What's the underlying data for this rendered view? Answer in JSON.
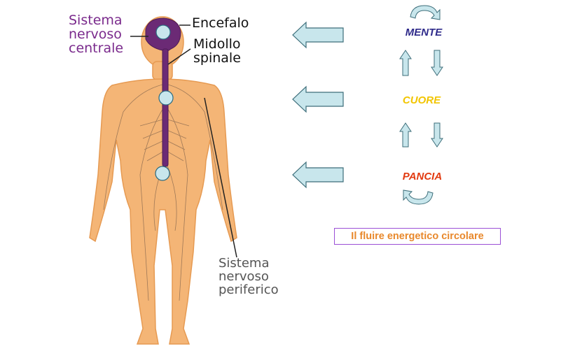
{
  "labels": {
    "cns": [
      "Sistema",
      "nervoso",
      "centrale"
    ],
    "brain": "Encefalo",
    "spinal_cord": [
      "Midollo",
      "spinale"
    ],
    "pns": [
      "Sistema",
      "nervoso",
      "periferico"
    ]
  },
  "levels": {
    "mind": "MENTE",
    "heart": "CUORE",
    "belly": "PANCIA"
  },
  "caption": "Il fluire energetico circolare",
  "colors": {
    "skin": "#f4b576",
    "skin_shade": "#e69a52",
    "nervous_system": "#6b2a75",
    "arrow_fill": "#c8e6ec",
    "node_fill": "#c8e6ec",
    "mind": "#2e2a8a",
    "heart": "#f2c500",
    "belly": "#e23a10",
    "caption_text": "#e8882b",
    "caption_border": "#9b4fd6"
  },
  "icons": [
    "arrow-left-icon",
    "arrow-up-icon",
    "arrow-down-icon",
    "circular-arrow-icon"
  ]
}
